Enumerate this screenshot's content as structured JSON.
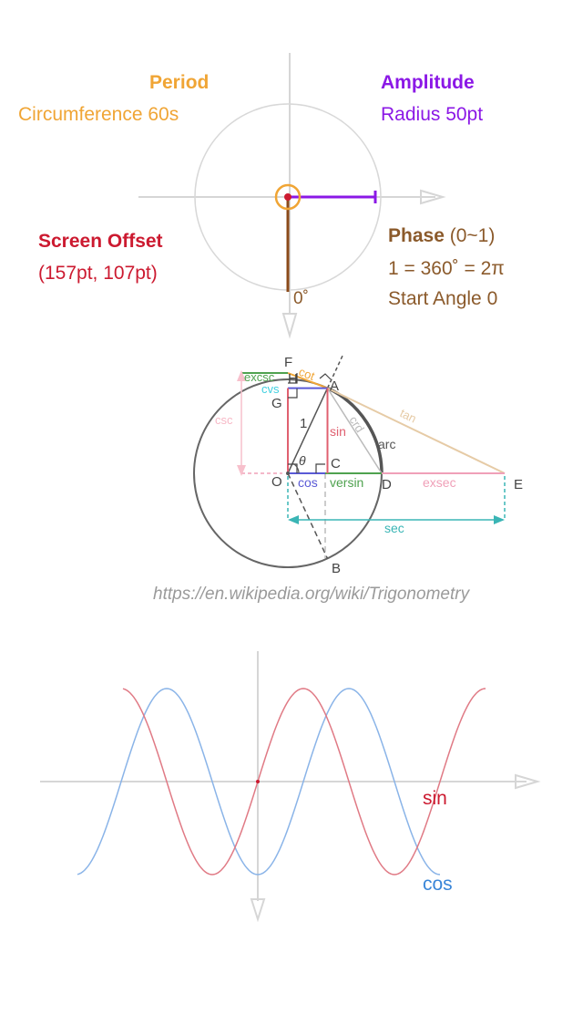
{
  "colors": {
    "period": "#f0a535",
    "amplitude": "#8b18e6",
    "offset": "#cc1a30",
    "phase": "#8b5a2b",
    "axis": "#d8d8d8",
    "sin_wave": "#e07a85",
    "cos_wave": "#8ab4e8"
  },
  "top": {
    "period_title": "Period",
    "period_value": "Circumference 60s",
    "amplitude_title": "Amplitude",
    "amplitude_value": "Radius 50pt",
    "offset_title": "Screen Offset",
    "offset_value": "(157pt, 107pt)",
    "phase_title": "Phase",
    "phase_range": " (0~1)",
    "phase_equation": "1 = 360˚ = 2π",
    "phase_start": "Start Angle 0",
    "zero_degree": "0˚"
  },
  "trig": {
    "point_labels": {
      "F": "F",
      "H": "H",
      "A": "A",
      "G": "G",
      "O": "O",
      "C": "C",
      "D": "D",
      "E": "E",
      "B": "B"
    },
    "segment_labels": {
      "excsc": "excsc",
      "cot": "cot",
      "cvs": "cvs",
      "csc": "csc",
      "one": "1",
      "sin": "sin",
      "crd": "crd",
      "tan": "tan",
      "arc": "arc",
      "theta": "θ",
      "cos": "cos",
      "versin": "versin",
      "exsec": "exsec",
      "sec": "sec"
    },
    "source": "https://en.wikipedia.org/wiki/Trigonometry"
  },
  "waves": {
    "sin_label": "sin",
    "cos_label": "cos"
  }
}
